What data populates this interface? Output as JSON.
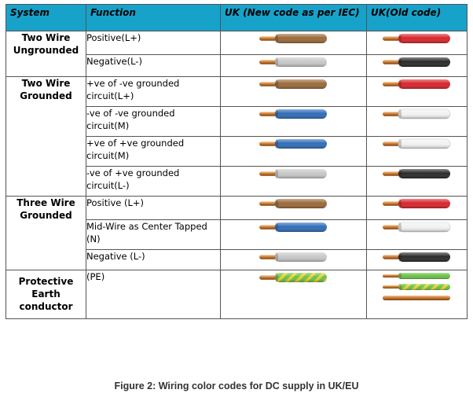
{
  "headers": [
    "System",
    "Function",
    "UK (New code as per IEC)",
    "UK(Old code)"
  ],
  "groups": [
    {
      "system": "Two Wire Ungrounded",
      "rows": [
        {
          "function": "Positive(L+)",
          "new": "brown-wire-icon",
          "old": [
            "red-wire-icon"
          ]
        },
        {
          "function": "Negative(L-)",
          "new": "grey-wire-icon",
          "old": [
            "black-wire-icon"
          ]
        }
      ]
    },
    {
      "system": "Two Wire Grounded",
      "rows": [
        {
          "function": "+ve of -ve grounded circuit(L+)",
          "new": "brown-wire-icon",
          "old": [
            "red-wire-icon"
          ]
        },
        {
          "function": "-ve of -ve grounded circuit(M)",
          "new": "blue-wire-icon",
          "old": [
            "white-wire-icon"
          ]
        },
        {
          "function": "+ve of +ve grounded circuit(M)",
          "new": "blue-wire-icon",
          "old": [
            "white-wire-icon"
          ]
        },
        {
          "function": "-ve of +ve grounded circuit(L-)",
          "new": "grey-wire-icon",
          "old": [
            "black-wire-icon"
          ]
        }
      ]
    },
    {
      "system": "Three Wire Grounded",
      "rows": [
        {
          "function": "Positive (L+)",
          "new": "brown-wire-icon",
          "old": [
            "red-wire-icon"
          ]
        },
        {
          "function": "Mid-Wire as Center Tapped (N)",
          "new": "blue-wire-icon",
          "old": [
            "white-wire-icon"
          ]
        },
        {
          "function": "Negative (L-)",
          "new": "grey-wire-icon",
          "old": [
            "black-wire-icon"
          ]
        }
      ]
    },
    {
      "system": "Protective Earth conductor",
      "rows": [
        {
          "function": "(PE)",
          "new": "green-yellow-wire-icon",
          "old": [
            "green-wire-icon",
            "green-yellow-wire-icon",
            "bare-copper-wire-icon"
          ]
        }
      ]
    }
  ],
  "colors": {
    "header_bg": "#17a2ca",
    "copper": "#c8772e",
    "brown": "#9a6a3a",
    "red": "#d9252b",
    "grey": "#c8c8c8",
    "black": "#2a2a2a",
    "blue": "#2f6db8",
    "white": "#f2f2f2",
    "green": "#6cc24a",
    "yellow": "#e8d22a"
  },
  "caption": "Figure 2: Wiring color codes for DC supply in UK/EU"
}
